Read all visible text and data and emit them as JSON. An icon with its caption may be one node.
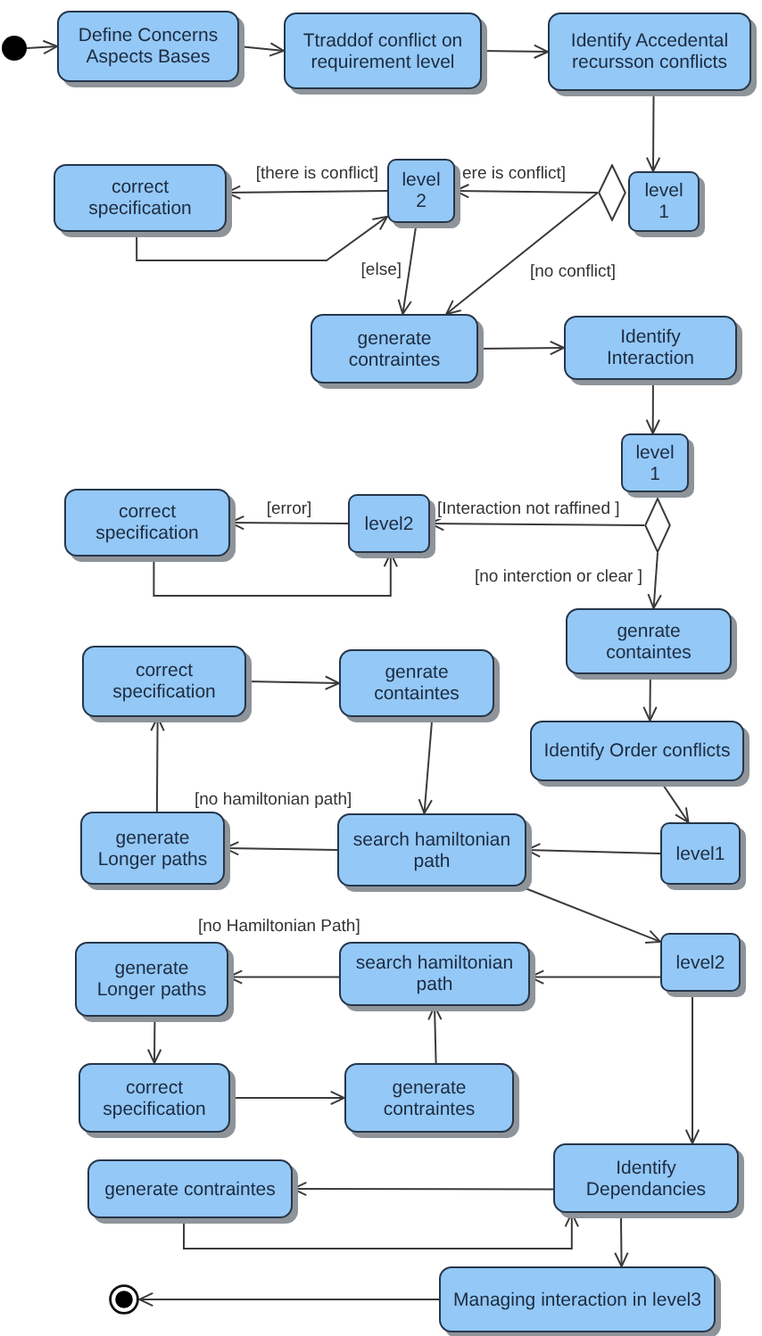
{
  "diagram": {
    "nodes": [
      {
        "text": [],
        "shape": "circle"
      },
      {
        "text": [
          "Define Concerns Aspects Bases"
        ]
      },
      {
        "text": [
          "Ttraddof conflict on requirement level"
        ]
      },
      {
        "text": [
          "Identify Accedental recursson conflicts"
        ]
      },
      {
        "text": [],
        "shape": "diamond"
      },
      {
        "text": [
          "level 1"
        ]
      },
      {
        "text": [
          "level 2"
        ]
      },
      {
        "text": [
          "correct specification"
        ]
      },
      {
        "text": [
          "generate contraintes"
        ]
      },
      {
        "text": [
          "Identify Interaction"
        ]
      },
      {
        "text": [
          "level 1"
        ]
      },
      {
        "text": [],
        "shape": "diamond"
      },
      {
        "text": [
          "level2"
        ]
      },
      {
        "text": [
          "correct specification"
        ]
      },
      {
        "text": [
          "genrate containtes"
        ]
      },
      {
        "text": [
          "Identify Order conflicts"
        ]
      },
      {
        "text": [
          "level1"
        ]
      },
      {
        "text": [
          "search hamiltonian path"
        ]
      },
      {
        "text": [
          "generate Longer paths"
        ]
      },
      {
        "text": [
          "correct specification"
        ]
      },
      {
        "text": [
          "genrate containtes"
        ]
      },
      {
        "text": [
          "level2"
        ]
      },
      {
        "text": [
          "search hamiltonian path"
        ]
      },
      {
        "text": [
          "generate Longer paths"
        ]
      },
      {
        "text": [
          "correct specification"
        ]
      },
      {
        "text": [
          "generate contraintes"
        ]
      },
      {
        "text": [
          "Identify Dependancies"
        ]
      },
      {
        "text": [
          "generate contraintes"
        ]
      },
      {
        "text": [
          "Managing interaction in level3"
        ]
      },
      {
        "text": [],
        "shape": "circle"
      }
    ],
    "edges": [
      {
        "from": 0,
        "to": 1,
        "arrow": "to"
      },
      {
        "from": 1,
        "to": 2,
        "arrow": "to"
      },
      {
        "from": 2,
        "to": 3,
        "arrow": "to"
      },
      {
        "from": 3,
        "to": 5,
        "arrow": "to"
      },
      {
        "from": 4,
        "to": 6,
        "arrow": "to",
        "label": "ere is conflict]"
      },
      {
        "from": 6,
        "to": 7,
        "arrow": "to",
        "label": "[there is conflict]"
      },
      {
        "from": 7,
        "to": 6,
        "arrow": "to"
      },
      {
        "from": 6,
        "to": 8,
        "arrow": "to",
        "label": "[else]"
      },
      {
        "from": 4,
        "to": 8,
        "arrow": "to",
        "label": "[no conflict]"
      },
      {
        "from": 8,
        "to": 9,
        "arrow": "to"
      },
      {
        "from": 9,
        "to": 10,
        "arrow": "to"
      },
      {
        "from": 11,
        "to": 12,
        "arrow": "to",
        "label": "[Interaction not raffined ]"
      },
      {
        "from": 12,
        "to": 13,
        "arrow": "to",
        "label": "[error]"
      },
      {
        "from": 13,
        "to": 12,
        "arrow": "to"
      },
      {
        "from": 11,
        "to": 14,
        "arrow": "to",
        "label": "[no interction or clear ]"
      },
      {
        "from": 14,
        "to": 15,
        "arrow": "to"
      },
      {
        "from": 15,
        "to": 16,
        "arrow": "to"
      },
      {
        "from": 16,
        "to": 17,
        "arrow": "to"
      },
      {
        "from": 17,
        "to": 18,
        "arrow": "to",
        "label": "[no hamiltonian path]"
      },
      {
        "from": 18,
        "to": 19,
        "arrow": "to"
      },
      {
        "from": 19,
        "to": 20,
        "arrow": "to"
      },
      {
        "from": 20,
        "to": 17,
        "arrow": "to"
      },
      {
        "from": 17,
        "to": 21,
        "arrow": "to"
      },
      {
        "from": 21,
        "to": 22,
        "arrow": "to"
      },
      {
        "from": 22,
        "to": 23,
        "arrow": "to",
        "label": "[no Hamiltonian Path]"
      },
      {
        "from": 23,
        "to": 24,
        "arrow": "to"
      },
      {
        "from": 24,
        "to": 25,
        "arrow": "to"
      },
      {
        "from": 25,
        "to": 22,
        "arrow": "to"
      },
      {
        "from": 21,
        "to": 26,
        "arrow": "to"
      },
      {
        "from": 26,
        "to": 27,
        "arrow": "to"
      },
      {
        "from": 27,
        "to": 26,
        "arrow": "to"
      },
      {
        "from": 26,
        "to": 28,
        "arrow": "to"
      },
      {
        "from": 28,
        "to": 29,
        "arrow": "to"
      }
    ]
  }
}
